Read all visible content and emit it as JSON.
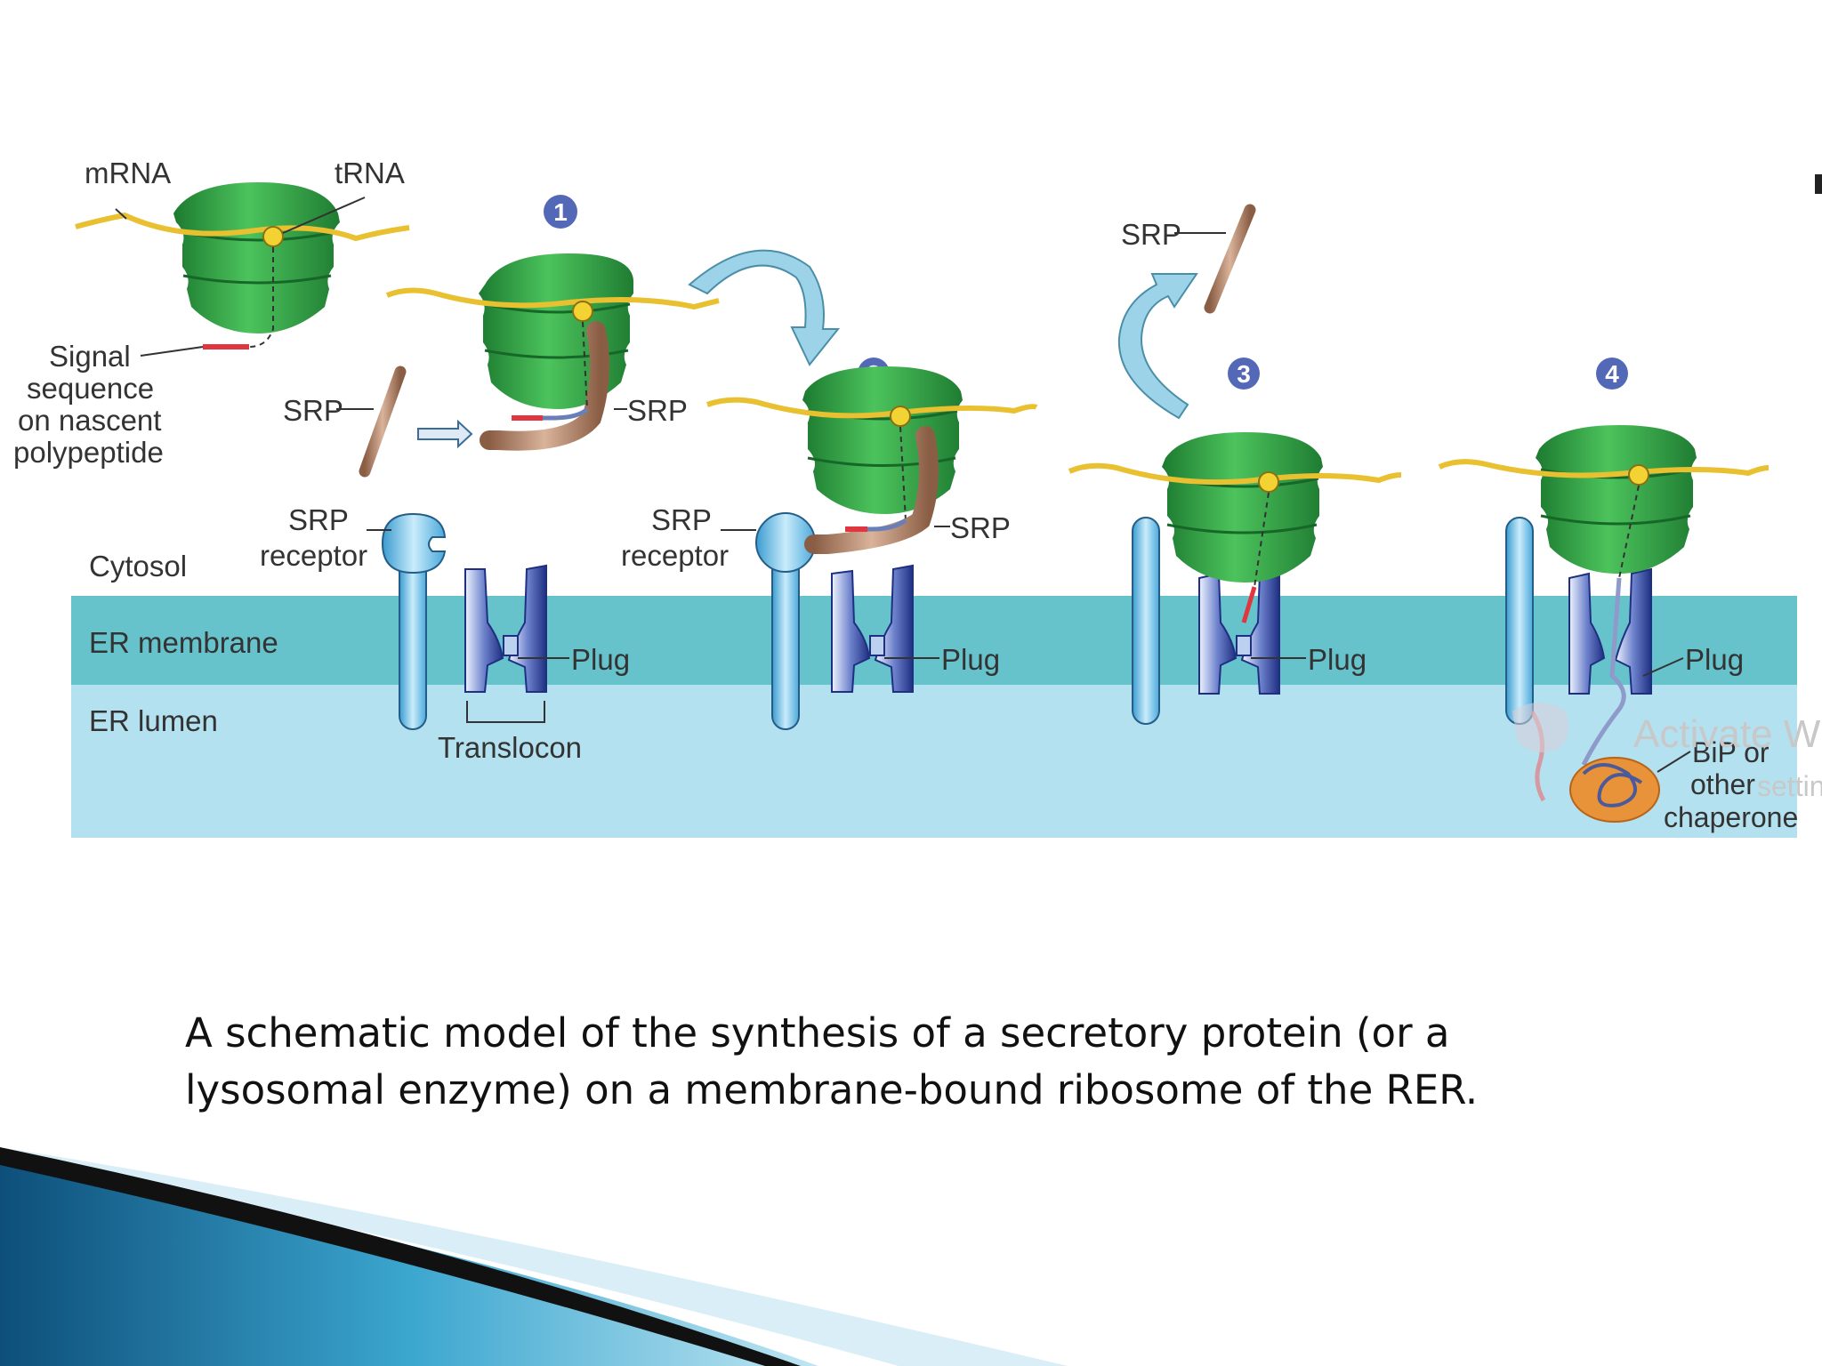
{
  "diagram": {
    "labels": {
      "mrna": "mRNA",
      "trna": "tRNA",
      "signal_sequence": [
        "Signal",
        "sequence",
        "on nascent",
        "polypeptide"
      ],
      "srp": "SRP",
      "srp_receptor": [
        "SRP",
        "receptor"
      ],
      "cytosol": "Cytosol",
      "er_membrane": "ER membrane",
      "er_lumen": "ER lumen",
      "plug": "Plug",
      "translocon": "Translocon",
      "chaperone": [
        "BiP or",
        "other",
        "chaperone"
      ]
    },
    "steps": [
      "1",
      "2",
      "3",
      "4"
    ],
    "colors": {
      "ribosome": "#2e9e42",
      "mrna": "#e8c030",
      "srp": "#b98a6e",
      "receptor": "#6cbfe8",
      "translocon": "#33479c",
      "membrane": "#66c3cc",
      "lumen": "#b3e1ef",
      "step_badge": "#5468b8",
      "chaperone": "#e8923a",
      "signal": "#e0363f"
    }
  },
  "watermark": {
    "line1": "Activate W",
    "line2": "settin"
  },
  "caption": {
    "line1": "A schematic model of the synthesis of a secretory protein (or a",
    "line2": "lysosomal enzyme) on a membrane-bound ribosome of the RER."
  }
}
